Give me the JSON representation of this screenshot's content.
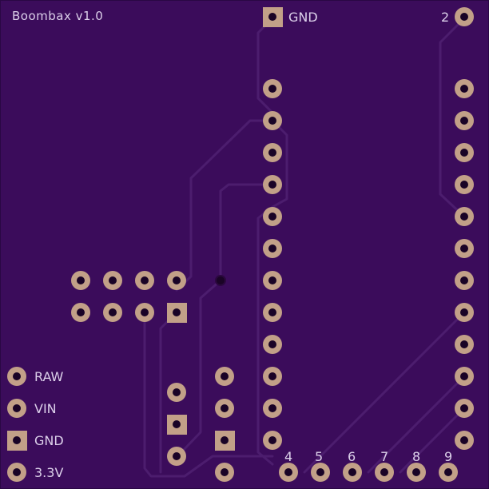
{
  "board": {
    "title": "Boombax v1.0",
    "background_color": "#3b0c5b",
    "pad_color": "#c2a088",
    "trace_color": "#4c1d6e",
    "silk_color": "#dcd0ea"
  },
  "labels": {
    "gnd_top": "GND",
    "pin_2": "2",
    "raw": "RAW",
    "vin": "VIN",
    "gnd_left": "GND",
    "v33": "3.3V",
    "pin_4": "4",
    "pin_5": "5",
    "pin_6": "6",
    "pin_7": "7",
    "pin_8": "8",
    "pin_9": "9"
  }
}
